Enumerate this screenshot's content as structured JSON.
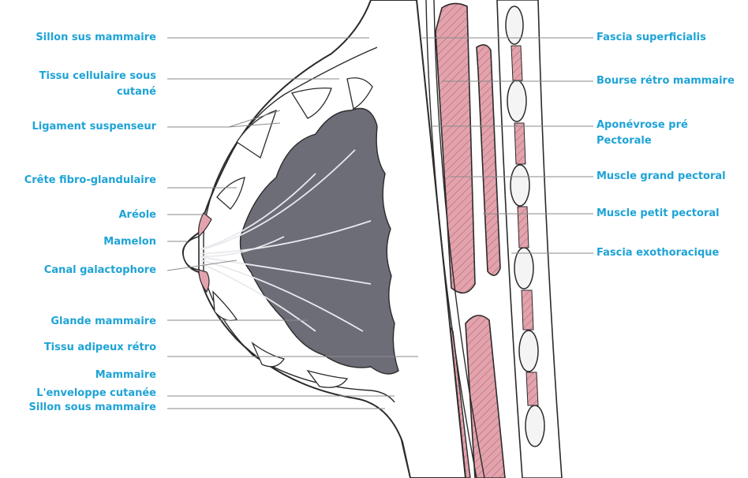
{
  "colors": {
    "label": "#1ea3d6",
    "leader": "#8a8a8a",
    "outline": "#2b2b2b",
    "gland": "#6d6d78",
    "muscle": "#e3a3ad",
    "rib": "#f2f2f2"
  },
  "labels_left": [
    {
      "id": "sillon-sus-mammaire",
      "lines": [
        "Sillon sus mammaire"
      ]
    },
    {
      "id": "tissu-cellulaire-sous-cutane",
      "lines": [
        "Tissu cellulaire sous",
        "cutané"
      ]
    },
    {
      "id": "ligament-suspenseur",
      "lines": [
        "Ligament suspenseur"
      ]
    },
    {
      "id": "crete-fibro-glandulaire",
      "lines": [
        "Crête fibro-glandulaire"
      ]
    },
    {
      "id": "areole",
      "lines": [
        "Aréole"
      ]
    },
    {
      "id": "mamelon",
      "lines": [
        "Mamelon"
      ]
    },
    {
      "id": "canal-galactophore",
      "lines": [
        "Canal galactophore"
      ]
    },
    {
      "id": "glande-mammaire",
      "lines": [
        "Glande mammaire"
      ]
    },
    {
      "id": "tissu-adipeux-retro",
      "lines": [
        "Tissu adipeux rétro"
      ]
    },
    {
      "id": "mammaire",
      "lines": [
        "Mammaire"
      ]
    },
    {
      "id": "enveloppe-cutanee",
      "lines": [
        "L'enveloppe cutanée"
      ]
    },
    {
      "id": "sillon-sous-mammaire",
      "lines": [
        "Sillon sous mammaire"
      ]
    }
  ],
  "labels_right": [
    {
      "id": "fascia-superficialis",
      "lines": [
        "Fascia superficialis"
      ]
    },
    {
      "id": "bourse-retro-mammaire",
      "lines": [
        "Bourse rétro mammaire"
      ]
    },
    {
      "id": "aponevrose-pre-pectorale",
      "lines": [
        "Aponévrose pré",
        "Pectorale"
      ]
    },
    {
      "id": "muscle-grand-pectoral",
      "lines": [
        "Muscle grand pectoral"
      ]
    },
    {
      "id": "muscle-petit-pectoral",
      "lines": [
        "Muscle petit pectoral"
      ]
    },
    {
      "id": "fascia-exothoracique",
      "lines": [
        "Fascia exothoracique"
      ]
    }
  ]
}
